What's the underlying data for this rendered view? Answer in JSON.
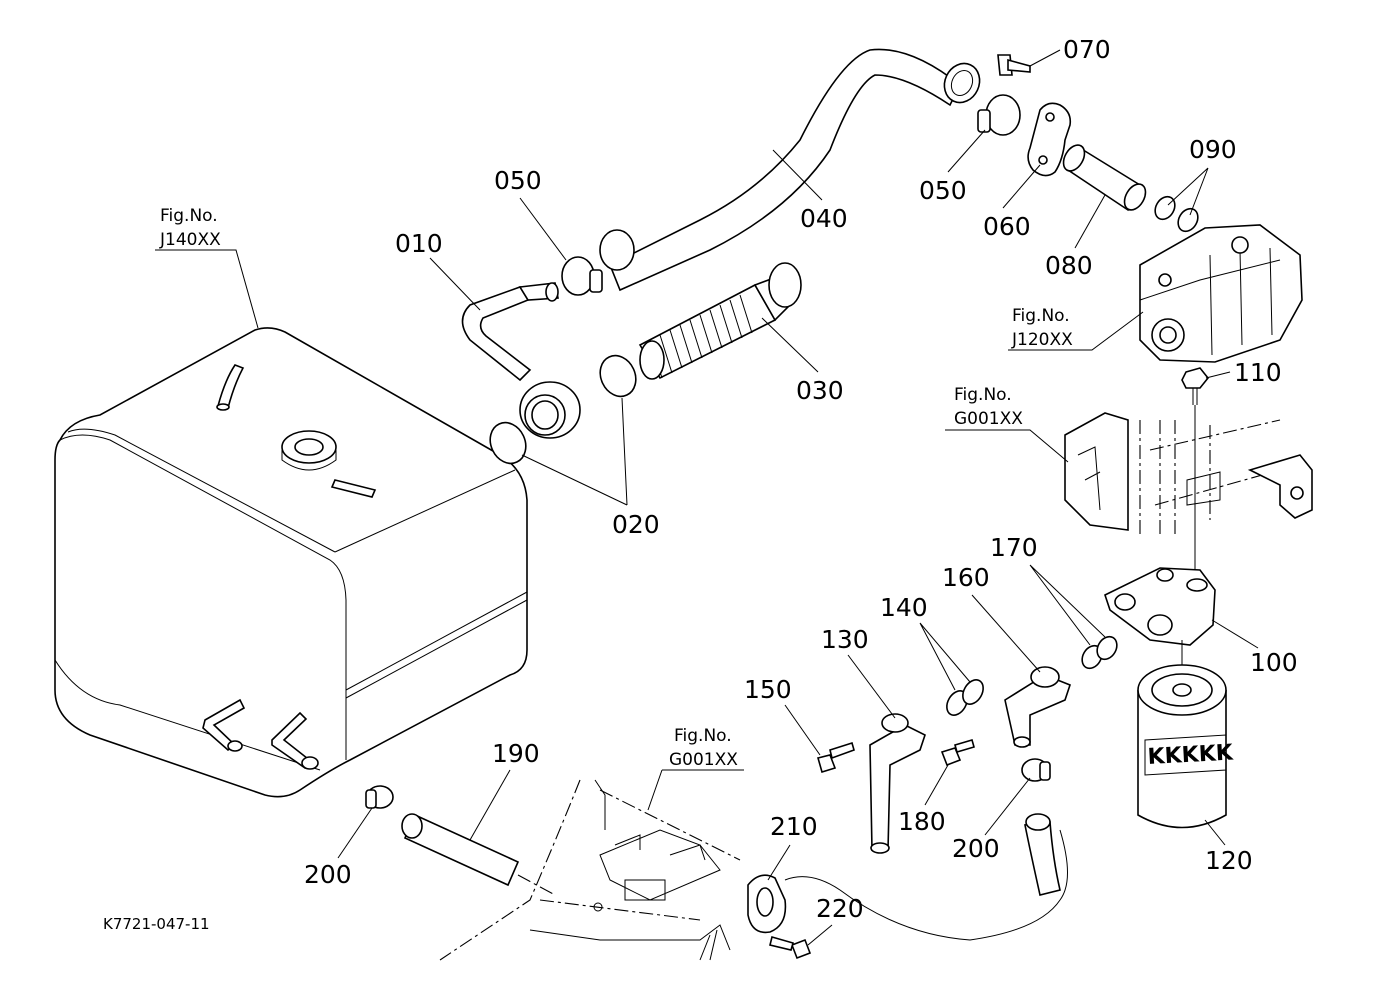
{
  "diagram_code": "K7721-047-11",
  "figure_refs": [
    {
      "id": "j140",
      "line1": "Fig.No.",
      "line2": "J140XX"
    },
    {
      "id": "j120",
      "line1": "Fig.No.",
      "line2": "J120XX"
    },
    {
      "id": "g001a",
      "line1": "Fig.No.",
      "line2": "G001XX"
    },
    {
      "id": "g001b",
      "line1": "Fig.No.",
      "line2": "G001XX"
    }
  ],
  "part_numbers": {
    "p010": "010",
    "p020": "020",
    "p030": "030",
    "p040": "040",
    "p050a": "050",
    "p050b": "050",
    "p060": "060",
    "p070": "070",
    "p080": "080",
    "p090": "090",
    "p100": "100",
    "p110": "110",
    "p120": "120",
    "p130": "130",
    "p140": "140",
    "p150": "150",
    "p160": "160",
    "p170": "170",
    "p180": "180",
    "p190": "190",
    "p200a": "200",
    "p200b": "200",
    "p210": "210",
    "p220": "220"
  },
  "filter_brand": "KKKKK"
}
